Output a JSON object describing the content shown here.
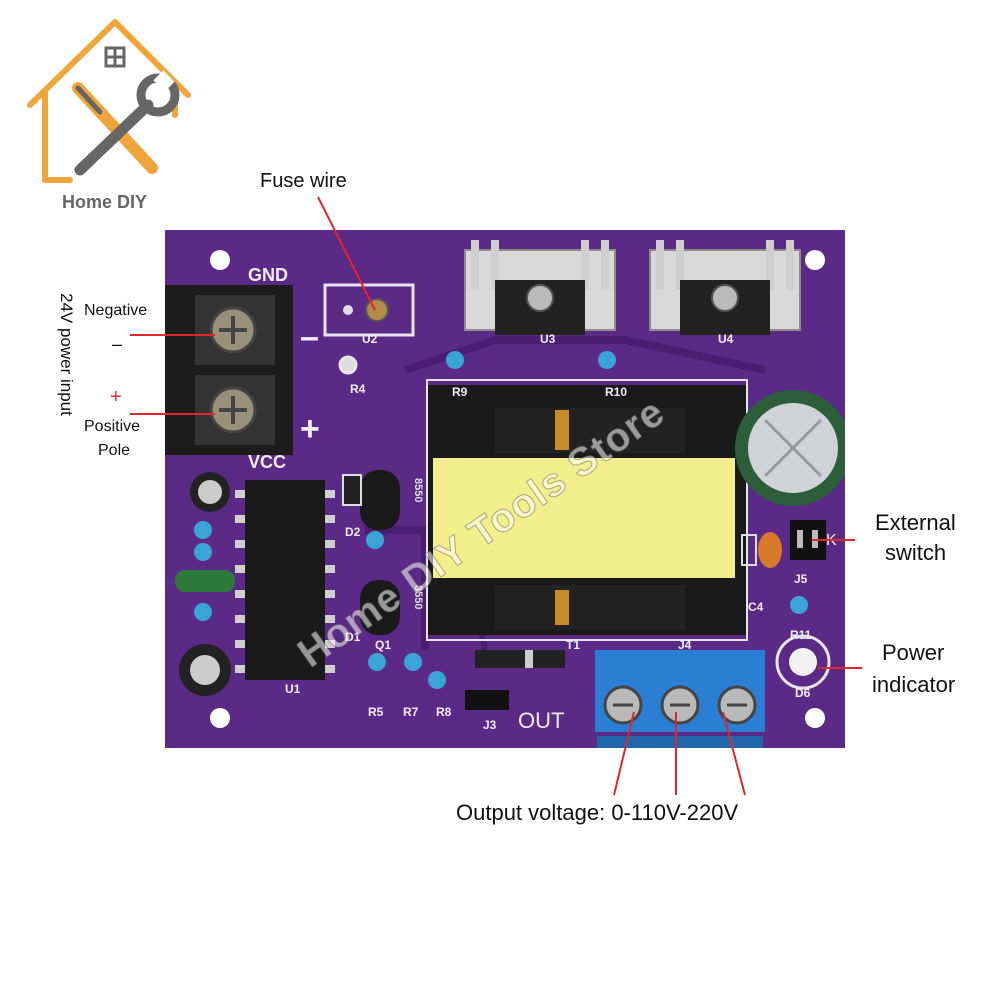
{
  "brand": {
    "name": "Home DIY",
    "watermark": "Home DIY Tools Store",
    "logo_icon": "house-wrench-screwdriver"
  },
  "callouts": {
    "fuse": "Fuse wire",
    "negative": "Negative",
    "negative_sign": "–",
    "positive_sign": "+",
    "positive_line1": "Positive",
    "positive_line2": "Pole",
    "power_input": "24V power input",
    "external_switch_line1": "External",
    "external_switch_line2": "switch",
    "power_indicator_line1": "Power",
    "power_indicator_line2": "indicator",
    "output_voltage": "Output voltage: 0-110V-220V"
  },
  "silkscreen": {
    "gnd": "GND",
    "minus": "–",
    "plus": "+",
    "vcc": "VCC",
    "u1": "U1",
    "u2": "U2",
    "u3": "U3",
    "u4": "U4",
    "r4": "R4",
    "r5": "R5",
    "r7": "R7",
    "r8": "R8",
    "r9": "R9",
    "r10": "R10",
    "r11": "R11",
    "d1": "D1",
    "d2": "D2",
    "d6": "D6",
    "q1": "Q1",
    "t1": "T1",
    "j3": "J3",
    "j4": "J4",
    "j5": "J5",
    "c4": "C4",
    "out": "OUT",
    "k": "K",
    "ic_a": "8550",
    "ic_b": "8550"
  },
  "colors": {
    "pcb": "#5b2a86",
    "pcb_dark": "#3e1a63",
    "callout_line": "#e0262c",
    "logo_orange": "#f0a53a",
    "logo_grey": "#666666",
    "terminal_blue": "#2a7fd4",
    "transformer_yellow": "#f3ee8c"
  }
}
